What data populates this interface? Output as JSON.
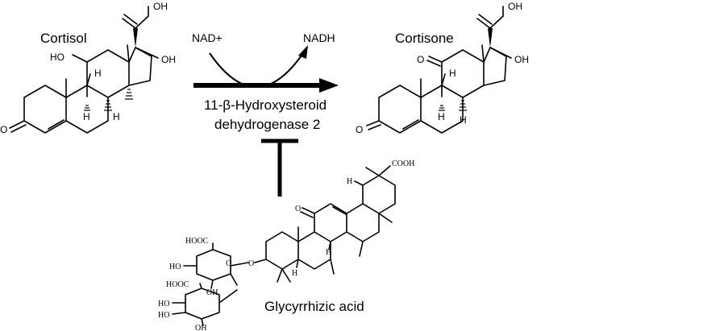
{
  "molecules": {
    "cortisol": {
      "name": "Cortisol"
    },
    "cortisone": {
      "name": "Cortisone"
    },
    "glycyrrhizic": {
      "name": "Glycyrrhizic acid"
    }
  },
  "reaction": {
    "cofactor_in": "NAD+",
    "cofactor_out": "NADH",
    "enzyme_line1": "11-β-Hydroxysteroid",
    "enzyme_line2": "dehydrogenase 2"
  },
  "atoms": {
    "oh": "OH",
    "ho": "HO",
    "o": "O",
    "h": "H",
    "cooh": "COOH",
    "hooc": "HOOC"
  }
}
